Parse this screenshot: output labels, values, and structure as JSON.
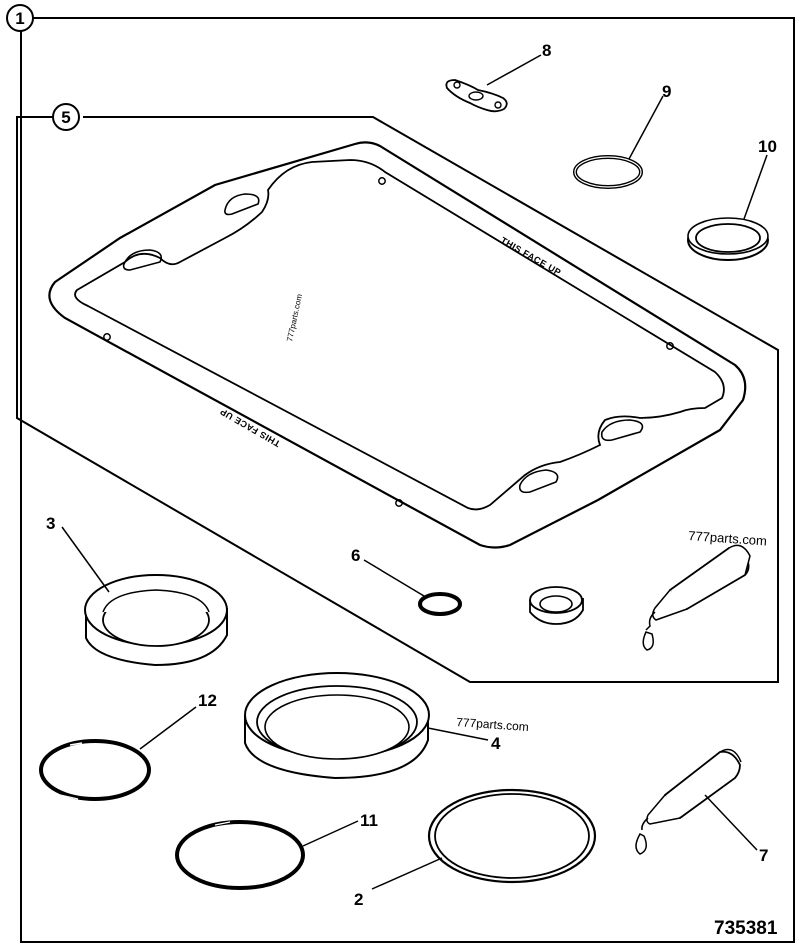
{
  "diagram": {
    "drawing_number": "735381",
    "kit_label": "1",
    "subkit_label": "5",
    "gasket_text_upper": "THIS FACE UP",
    "gasket_text_lower": "THIS FACE UP",
    "watermarks": {
      "gasket": "777parts.com",
      "tube": "777parts.com",
      "ring": "777parts.com"
    },
    "callouts": {
      "p2": "2",
      "p3": "3",
      "p4": "4",
      "p6": "6",
      "p7": "7",
      "p8": "8",
      "p9": "9",
      "p10": "10",
      "p11": "11",
      "p12": "12"
    }
  }
}
